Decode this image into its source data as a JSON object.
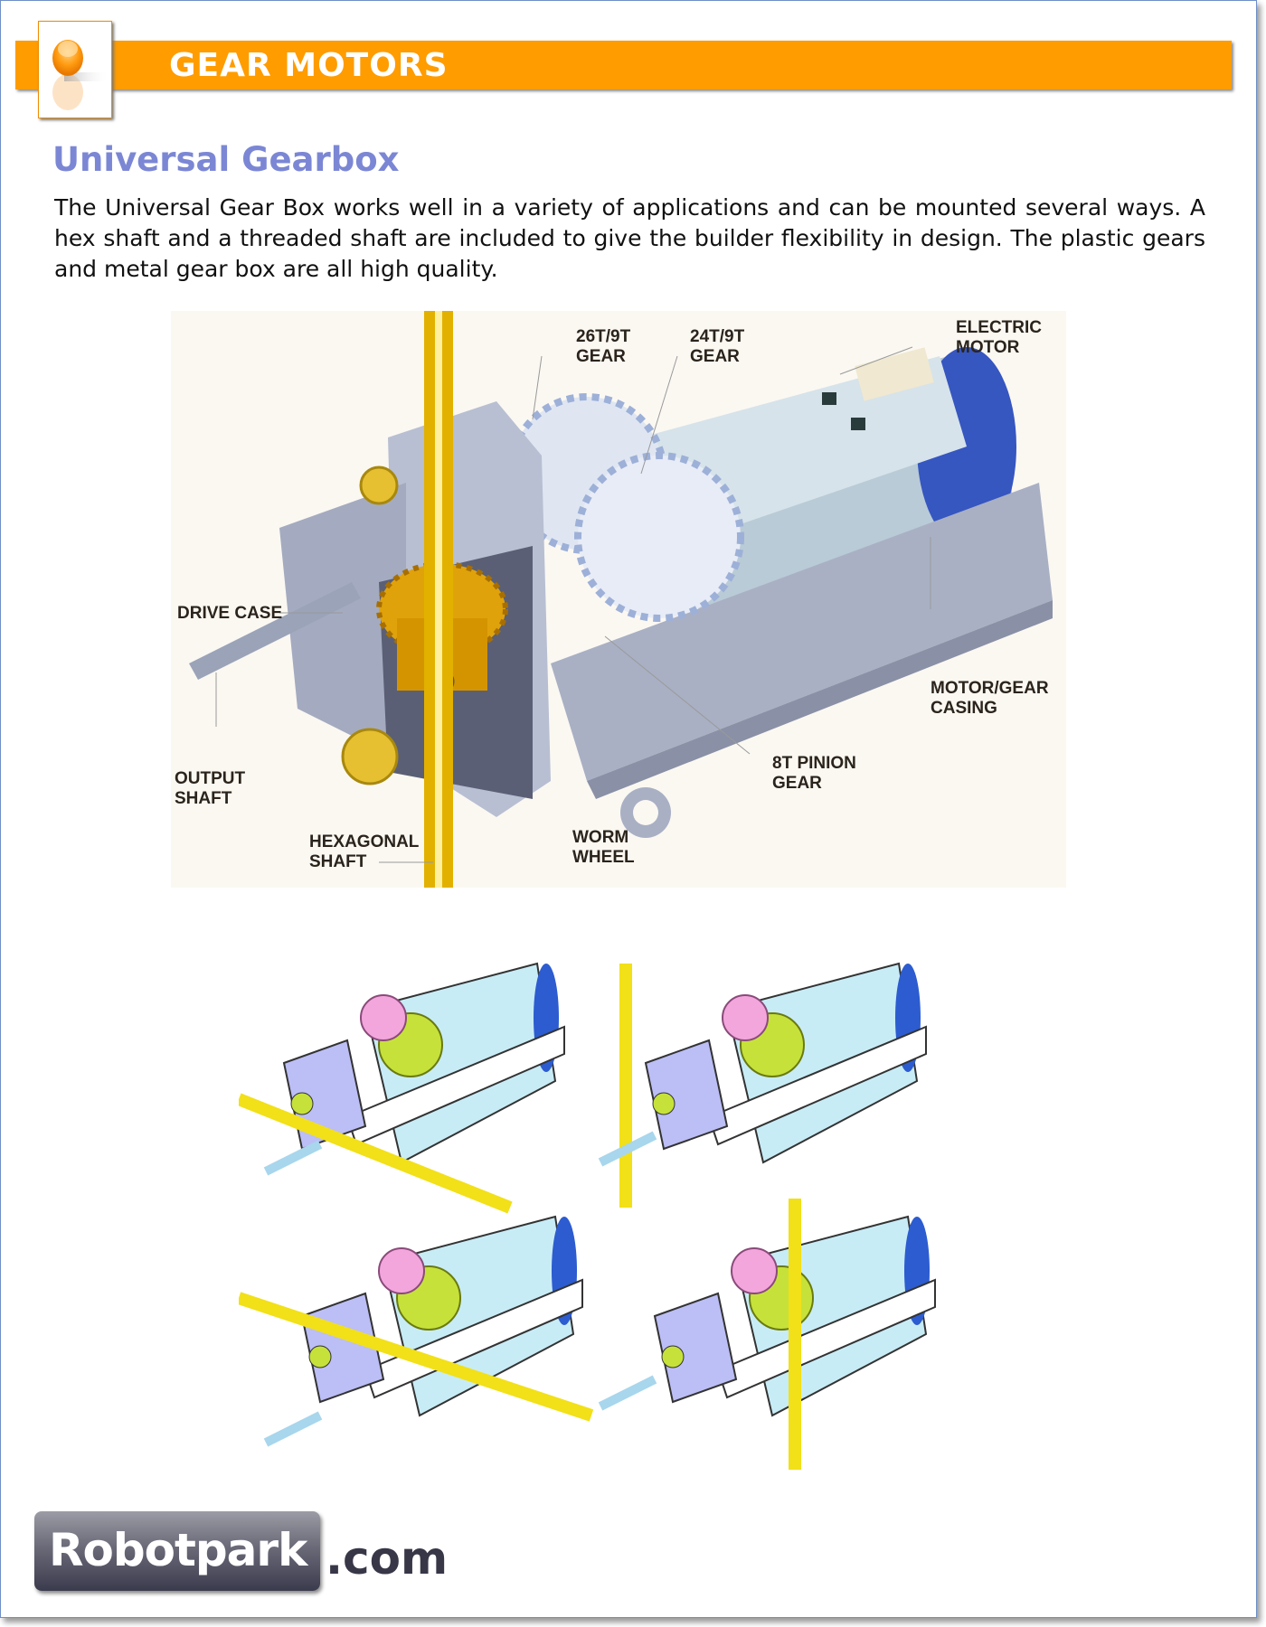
{
  "header": {
    "title": "GEAR MOTORS",
    "icon": "orange-sphere-icon",
    "accent": "#ff9c00"
  },
  "section": {
    "title": "Universal Gearbox",
    "description": "The Universal Gear Box works well in a variety of applications and can be mounted several ways. A hex shaft and a threaded shaft are included to give the builder flexibility in design. The plastic gears and metal gear box are all high quality."
  },
  "diagram": {
    "labels": {
      "gear_26t": "26T/9T\nGEAR",
      "gear_24t": "24T/9T\nGEAR",
      "electric_motor": "ELECTRIC\nMOTOR",
      "drive_case": "DRIVE CASE",
      "motor_gear_casing": "MOTOR/GEAR\nCASING",
      "pinion_gear": "8T PINION\nGEAR",
      "output_shaft": "OUTPUT\nSHAFT",
      "hexagonal_shaft": "HEXAGONAL\nSHAFT",
      "worm_wheel": "WORM\nWHEEL"
    }
  },
  "footer": {
    "logo_text": "Robotpark",
    "logo_suffix": ".com"
  }
}
